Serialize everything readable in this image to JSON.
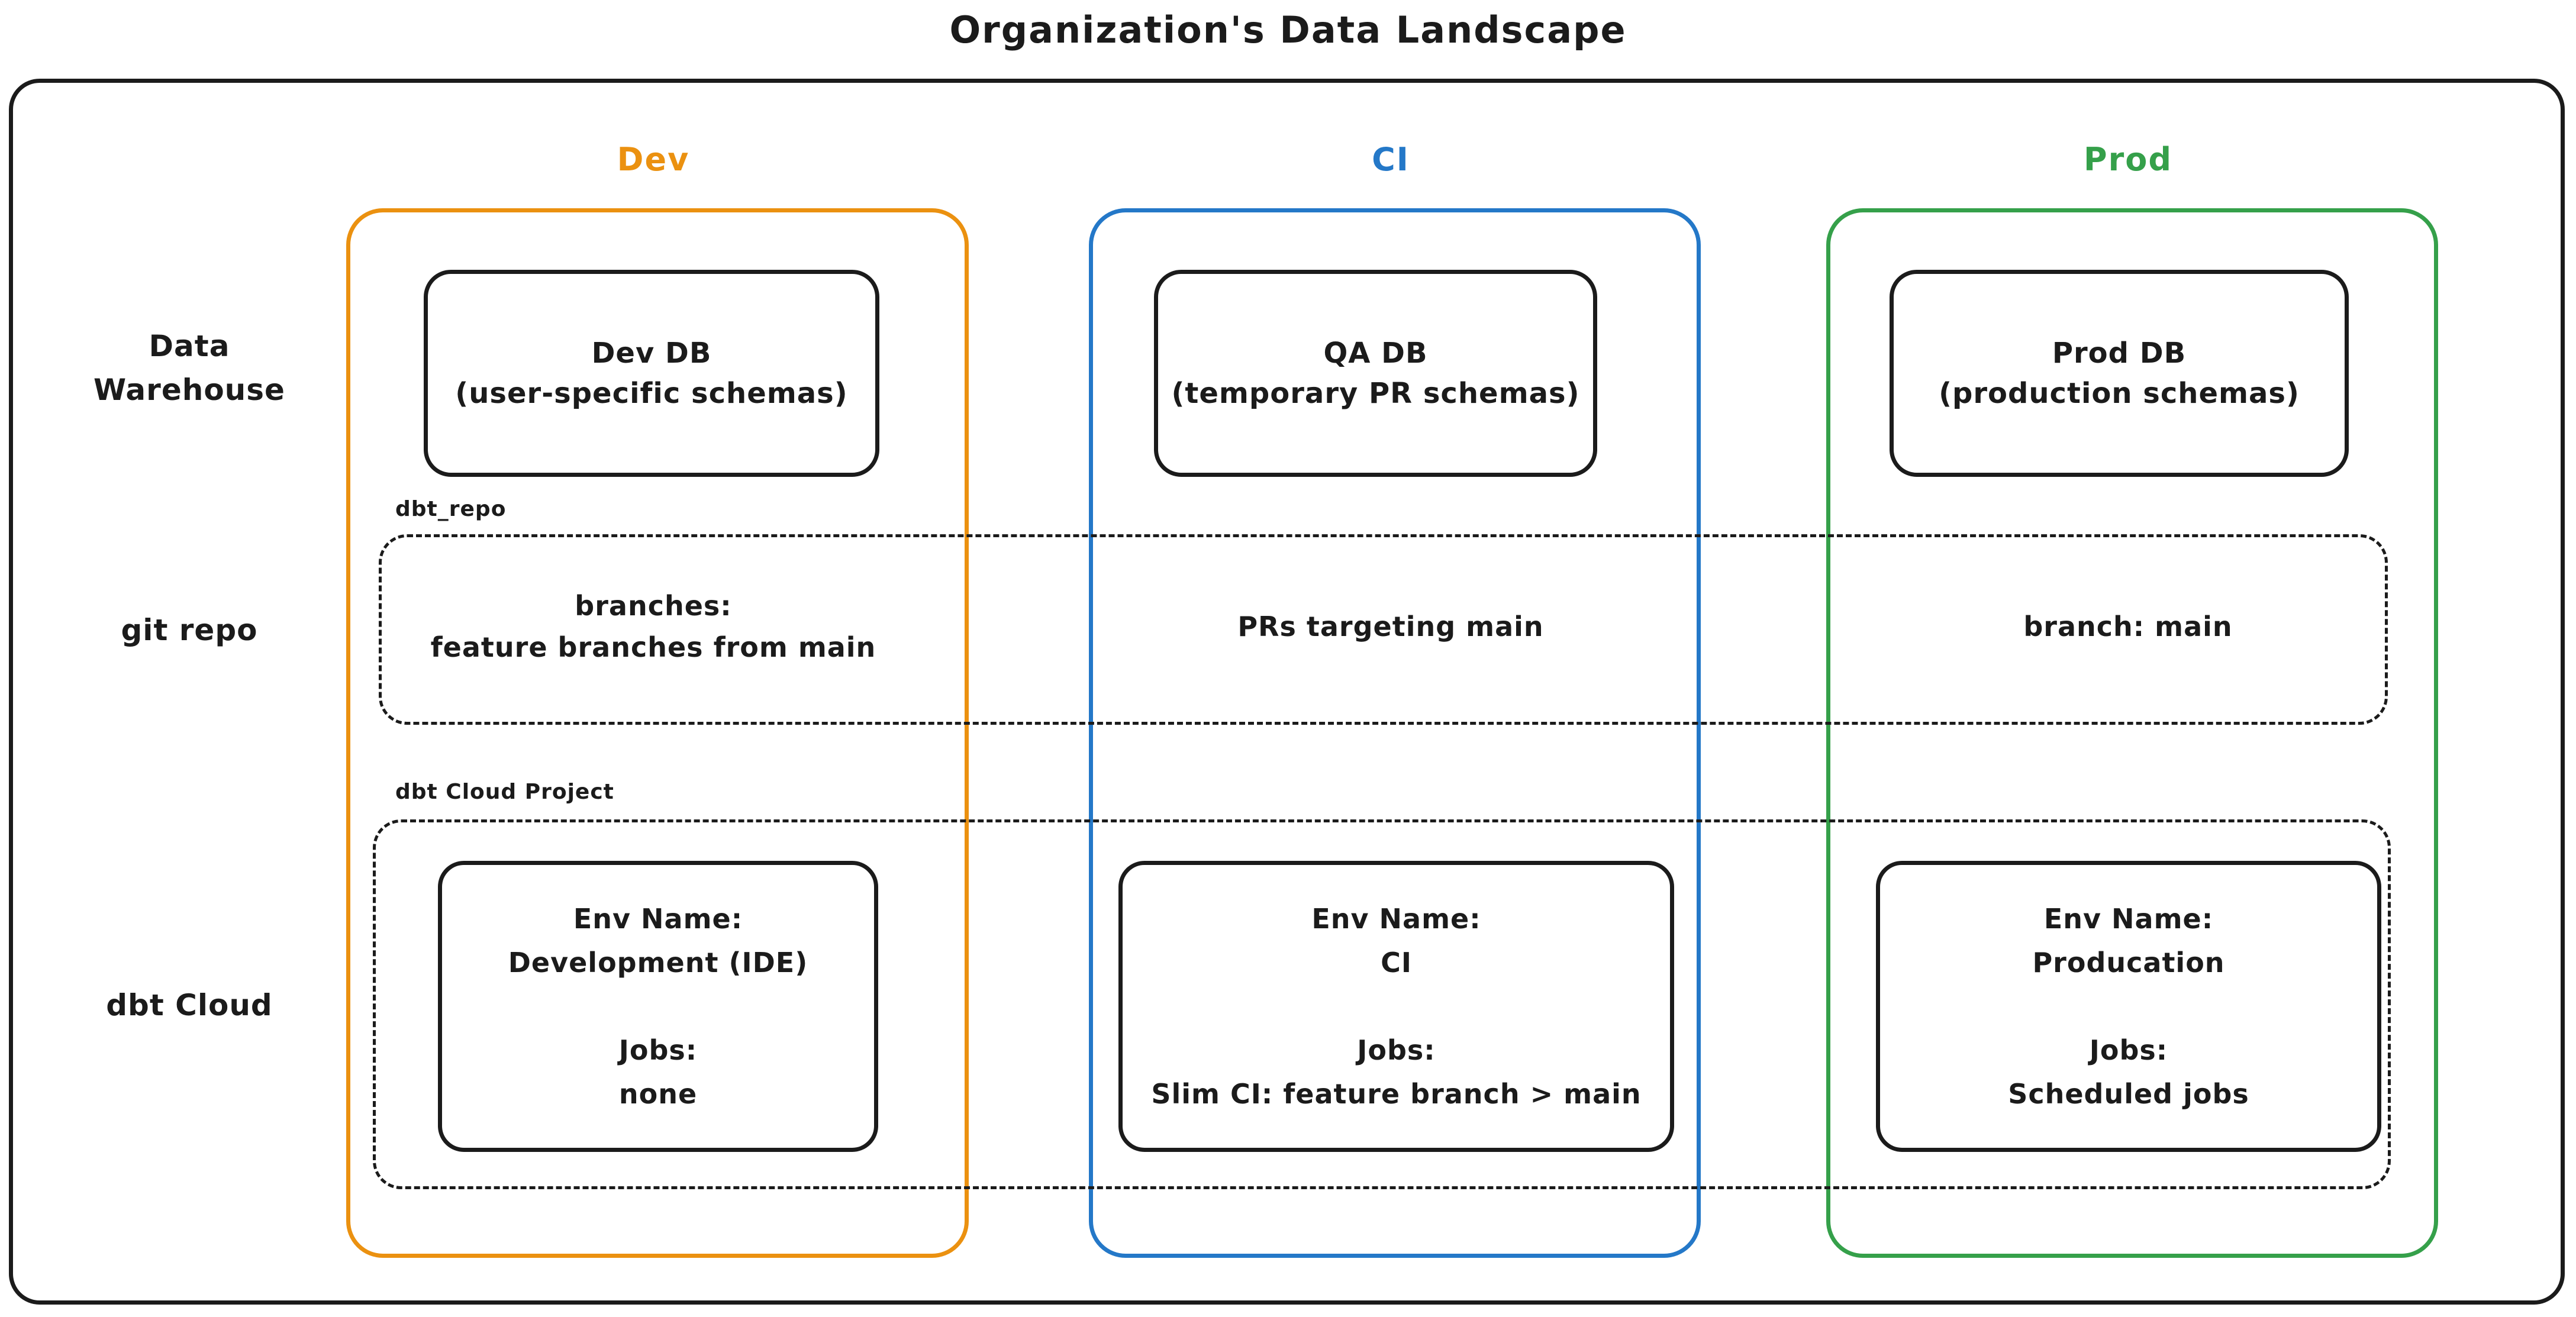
{
  "title": "Organization's Data Landscape",
  "colors": {
    "dev": "#EB9110",
    "ci": "#2478C8",
    "prod": "#35A04A",
    "ink": "#1B1B1B"
  },
  "row_labels": {
    "warehouse_line1": "Data",
    "warehouse_line2": "Warehouse",
    "git_repo": "git repo",
    "dbt_cloud": "dbt Cloud"
  },
  "overlays": {
    "repo_label": "dbt_repo",
    "project_label": "dbt Cloud Project"
  },
  "columns": [
    {
      "header": "Dev",
      "db": {
        "title": "Dev DB",
        "subtitle": "(user-specific schemas)"
      },
      "git": {
        "line1": "branches:",
        "line2": "feature branches from main"
      },
      "env": {
        "label": "Env Name:",
        "name": "Development (IDE)",
        "jobs_label": "Jobs:",
        "jobs": "none"
      }
    },
    {
      "header": "CI",
      "db": {
        "title": "QA DB",
        "subtitle": "(temporary PR schemas)"
      },
      "git": {
        "line1": "PRs targeting main",
        "line2": ""
      },
      "env": {
        "label": "Env Name:",
        "name": "CI",
        "jobs_label": "Jobs:",
        "jobs": "Slim CI: feature branch > main"
      }
    },
    {
      "header": "Prod",
      "db": {
        "title": "Prod DB",
        "subtitle": "(production schemas)"
      },
      "git": {
        "line1": "branch: main",
        "line2": ""
      },
      "env": {
        "label": "Env Name:",
        "name": "Producation",
        "jobs_label": "Jobs:",
        "jobs": "Scheduled jobs"
      }
    }
  ]
}
